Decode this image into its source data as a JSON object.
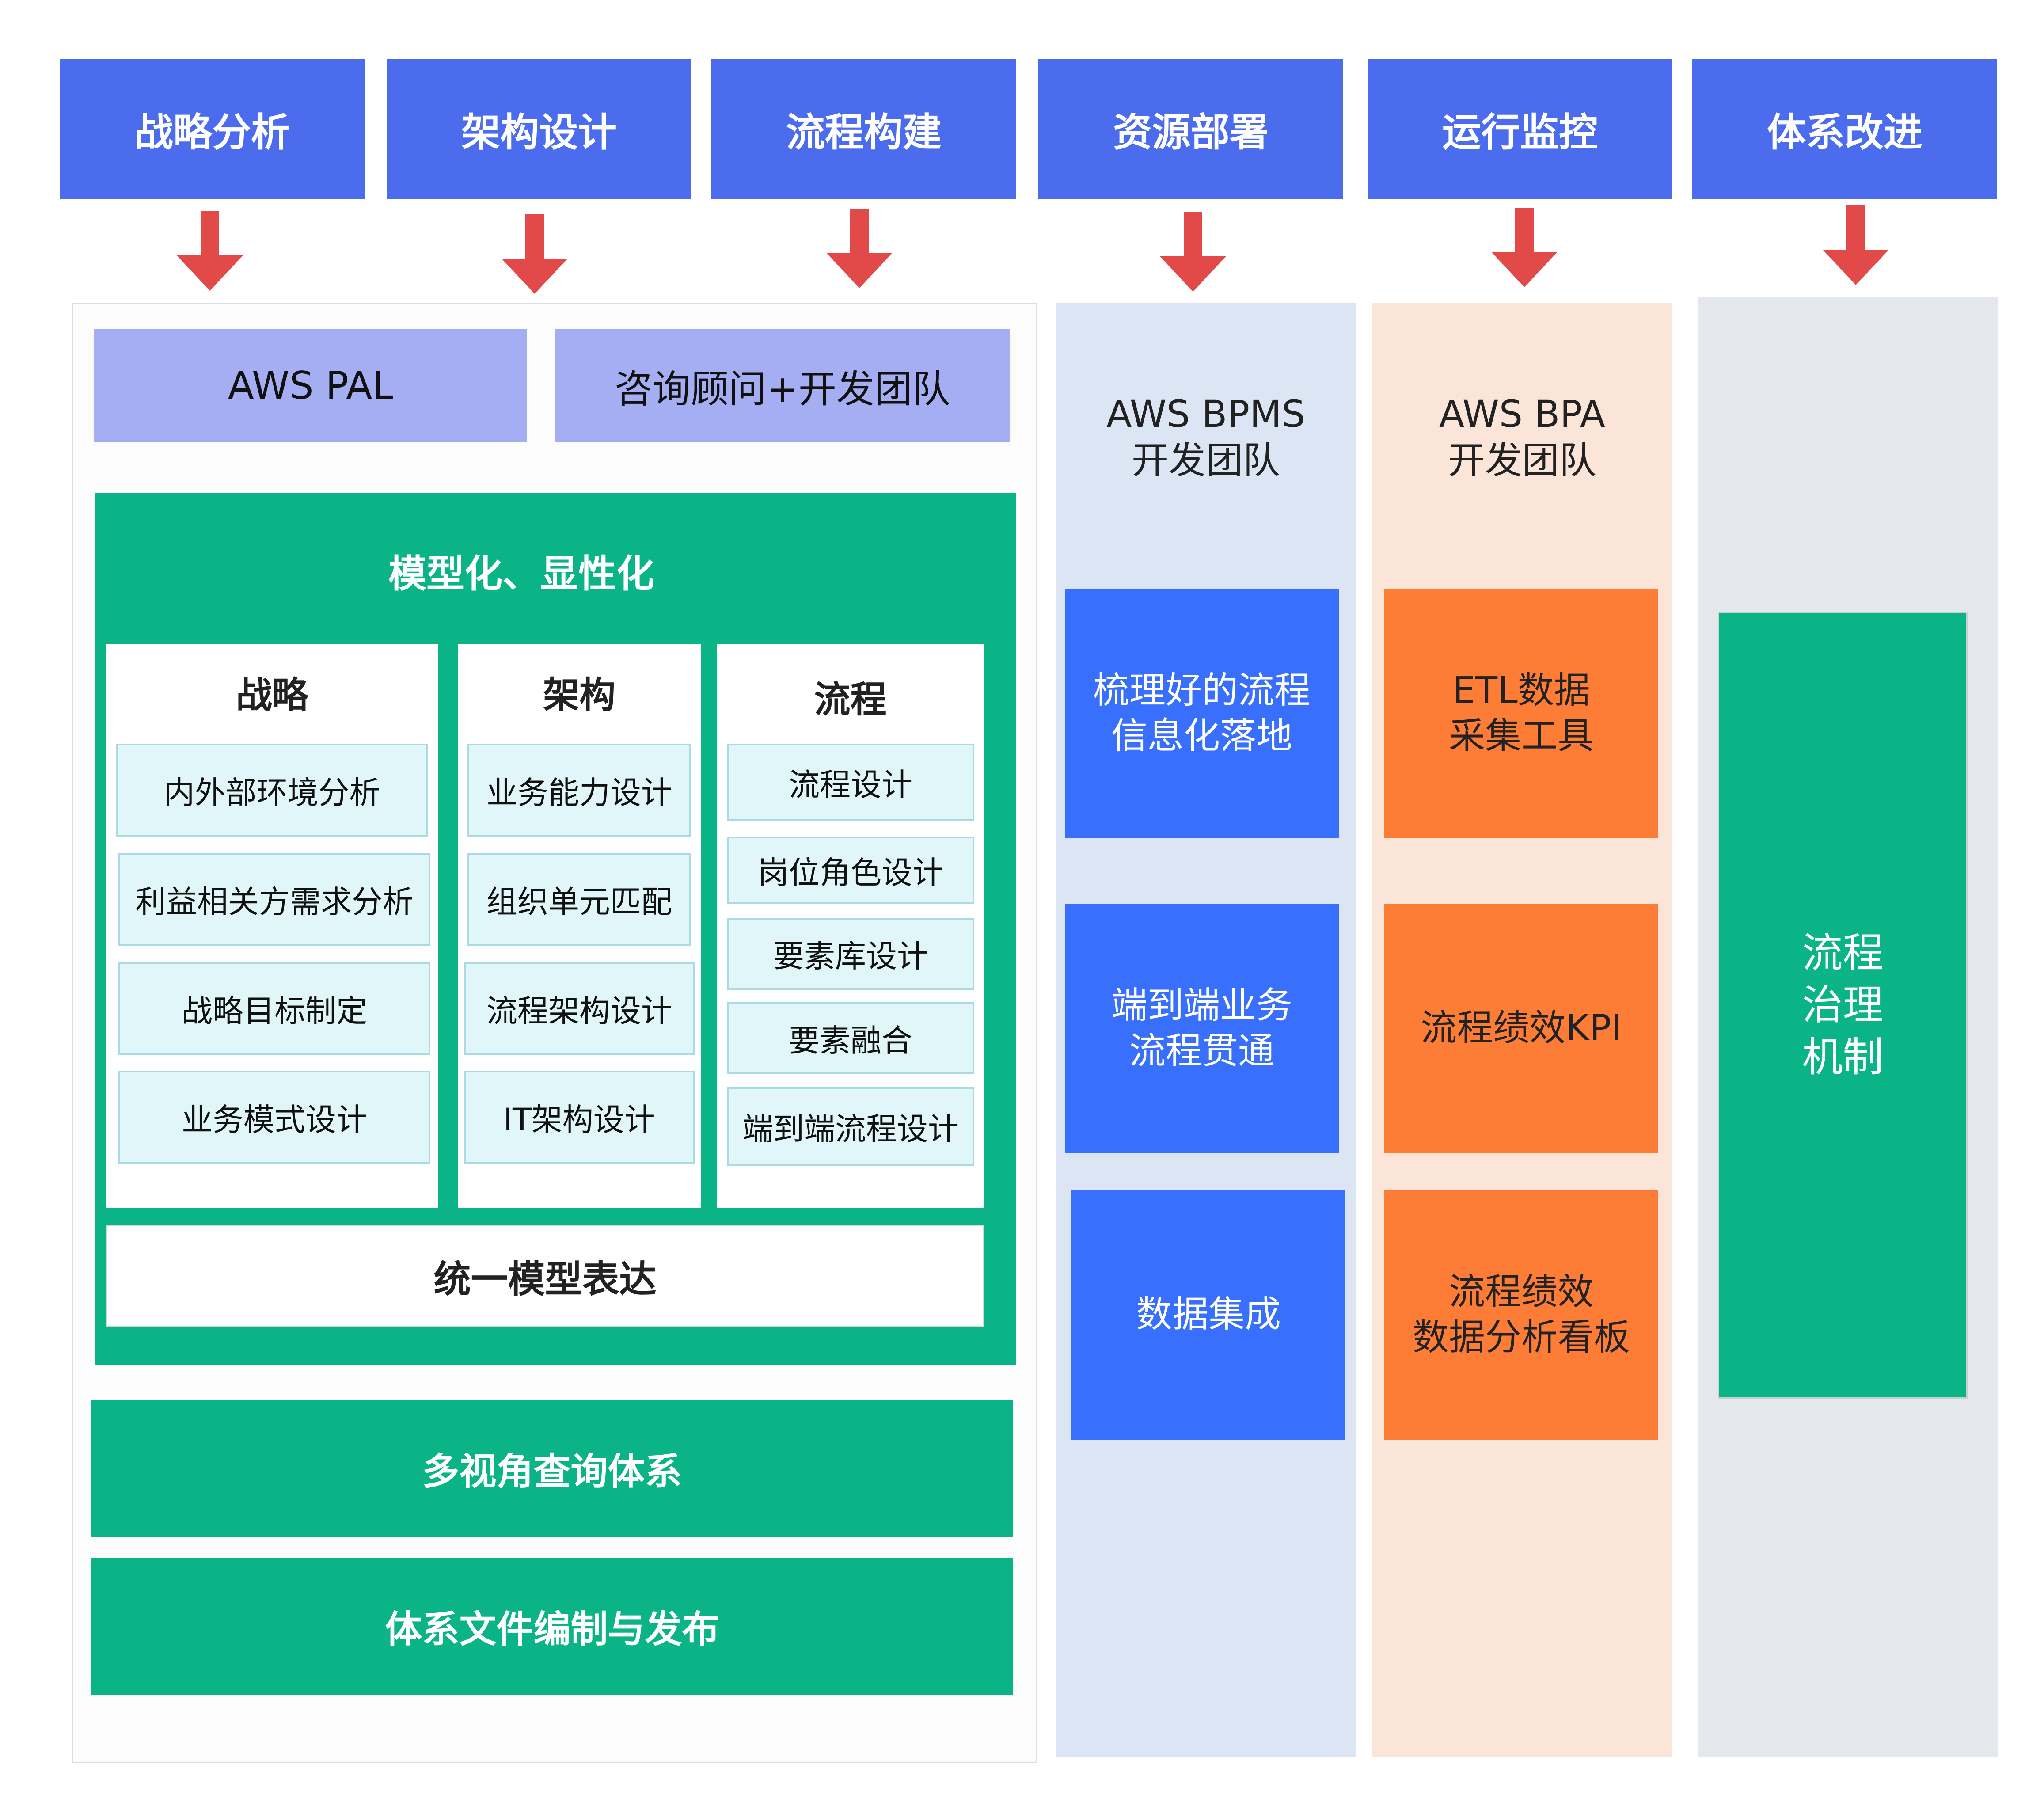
{
  "colors": {
    "header_blue": "#4a6ced",
    "arrow_red": "#e24a4a",
    "lavender": "#a5aef2",
    "green": "#0bb487",
    "item_cyan": "#e0f6f8",
    "bpms_bg": "#dce5f4",
    "bpa_bg": "#fae5d8",
    "gov_bg": "#e4e8ec",
    "blue": "#3870fd",
    "orange": "#fd7d36"
  },
  "headers": [
    "战略分析",
    "架构设计",
    "流程构建",
    "资源部署",
    "运行监控",
    "体系改进"
  ],
  "left_panel": {
    "top_boxes": [
      "AWS PAL",
      "咨询顾问+开发团队"
    ],
    "modeling_title": "模型化、显性化",
    "columns": [
      {
        "title": "战略",
        "items": [
          "内外部环境分析",
          "利益相关方需求分析",
          "战略目标制定",
          "业务模式设计"
        ]
      },
      {
        "title": "架构",
        "items": [
          "业务能力设计",
          "组织单元匹配",
          "流程架构设计",
          "IT架构设计"
        ]
      },
      {
        "title": "流程",
        "items": [
          "流程设计",
          "岗位角色设计",
          "要素库设计",
          "要素融合",
          "端到端流程设计"
        ]
      }
    ],
    "unified_model": "统一模型表达",
    "multi_view": "多视角查询体系",
    "publish": "体系文件编制与发布"
  },
  "bpms_panel": {
    "label": "AWS BPMS\n开发团队",
    "boxes": [
      "梳理好的流程\n信息化落地",
      "端到端业务\n流程贯通",
      "数据集成"
    ]
  },
  "bpa_panel": {
    "label": "AWS BPA\n开发团队",
    "boxes": [
      "ETL数据\n采集工具",
      "流程绩效KPI",
      "流程绩效\n数据分析看板"
    ]
  },
  "gov_panel": {
    "box": "流程\n治理\n机制"
  }
}
